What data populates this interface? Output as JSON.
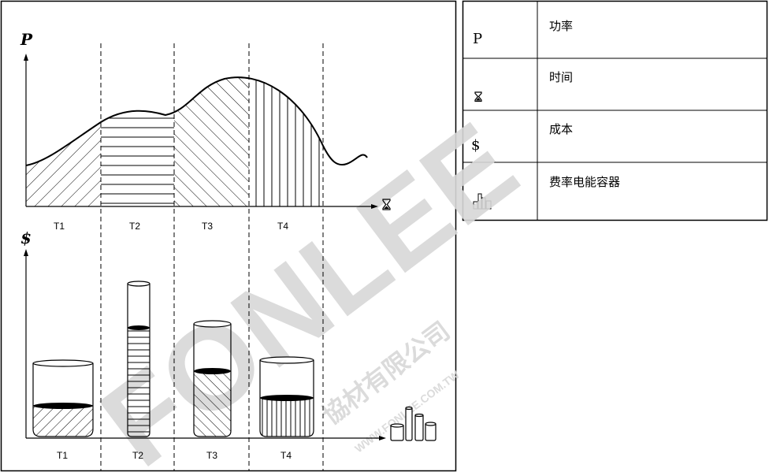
{
  "diagram": {
    "power_axis_label": "P",
    "cost_axis_label": "$",
    "periods": [
      "T1",
      "T2",
      "T3",
      "T4"
    ]
  },
  "legend": [
    {
      "symbol": "P",
      "text": "功率"
    },
    {
      "symbol": "hourglass-icon",
      "text": "时间"
    },
    {
      "symbol": "$",
      "text": "成本"
    },
    {
      "symbol": "tariff-containers-icon",
      "text": "费率电能容器"
    }
  ],
  "watermark": {
    "brand": "FONLEE",
    "cn": "協材有限公司",
    "url": "WWW.FONLEE.COM.TW"
  },
  "colors": {
    "line": "#000000",
    "background": "#ffffff",
    "watermark": "#d8d8d8"
  }
}
